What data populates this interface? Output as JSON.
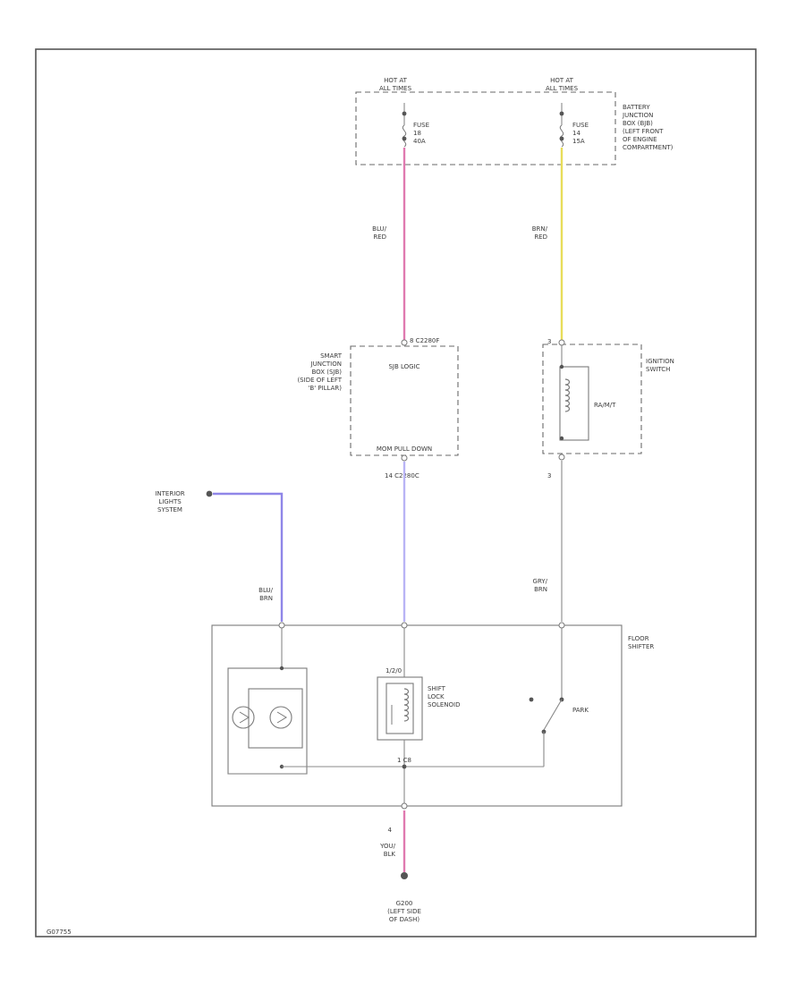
{
  "colors": {
    "frame": "#555555",
    "wire_gray": "#888888",
    "wire_pink": "#e07ab0",
    "wire_yellow": "#e8dd5a",
    "wire_violet": "#8f86e8",
    "wire_lavender": "#b9b4f5",
    "ground_pink": "#e07ab0"
  },
  "diagram": {
    "corner_code": "G07755",
    "power_left": {
      "label": "HOT AT\nALL TIMES",
      "fuse": "FUSE\n18\n40A"
    },
    "power_right": {
      "label": "HOT AT\nALL TIMES",
      "fuse": "FUSE\n14\n15A"
    },
    "battery_junction_box": "BATTERY\nJUNCTION\nBOX (BJB)\n(LEFT FRONT\nOF ENGINE\nCOMPARTMENT)",
    "wire_left_top": "BLU/\nRED",
    "wire_right_top": "BRN/\nRED",
    "smart_junction_box": {
      "label": "SMART\nJUNCTION\nBOX (SJB)\n(SIDE OF LEFT\n'B' PILLAR)",
      "connector_top": "8  C2280F",
      "logic": "SJB LOGIC",
      "inner_bottom": "MOM PULL DOWN",
      "pin_bottom": "14  C2280C"
    },
    "ignition_switch": {
      "label": "IGNITION\nSWITCH",
      "pin_top": "3",
      "position": "RA/M/T",
      "pin_bottom": "3"
    },
    "interior_lights": "INTERIOR\nLIGHTS\nSYSTEM",
    "wire_left_lower": "BLU/\nBRN",
    "wire_right_lower": "GRY/\nBRN",
    "floor_shifter": {
      "label": "FLOOR\nSHIFTER",
      "solenoid_pin": "1/2/0",
      "solenoid": "SHIFT\nLOCK\nSOLENOID",
      "switch": "PARK",
      "bottom_pin": "1  C8"
    },
    "ground_pin": "4",
    "wire_ground": "YOU/\nBLK",
    "ground_label": "G200\n(LEFT SIDE\nOF DASH)"
  }
}
